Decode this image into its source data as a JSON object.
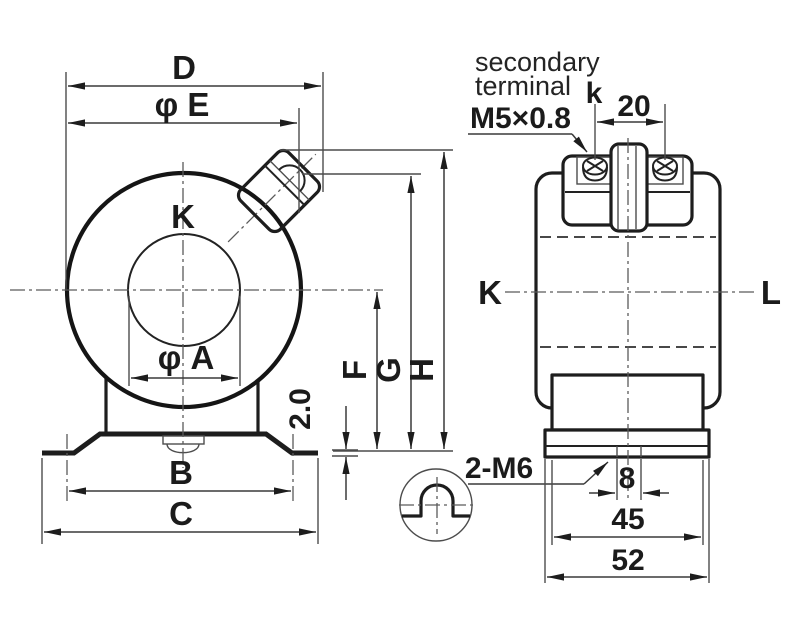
{
  "colors": {
    "ink": "#1d1d1d",
    "thin_line": "#4c4c4c",
    "background": "#ffffff"
  },
  "front_view": {
    "dim_overall_width": "D",
    "dim_outer_diameter": "φ E",
    "face_label": "K",
    "dim_inner_diameter": "φ A",
    "dim_mounting_hole_spacing": "B",
    "dim_base_overall_width": "C",
    "dim_center_height": "F",
    "dim_terminal_base_height": "G",
    "dim_overall_height": "H",
    "dim_bracket_thickness": "2.0"
  },
  "side_view": {
    "secondary_terminal_note_line1": "secondary",
    "secondary_terminal_note_line2": "terminal",
    "terminal_thread_spec": "M5×0.8",
    "secondary_terminal_label": "k",
    "dim_terminal_screw_spacing": "20",
    "face_label_left": "K",
    "face_label_right": "L",
    "mounting_slot_spec": "2-M6",
    "dim_slot_width": "8",
    "dim_lower_block_width": "45",
    "dim_base_plate_width": "52"
  }
}
